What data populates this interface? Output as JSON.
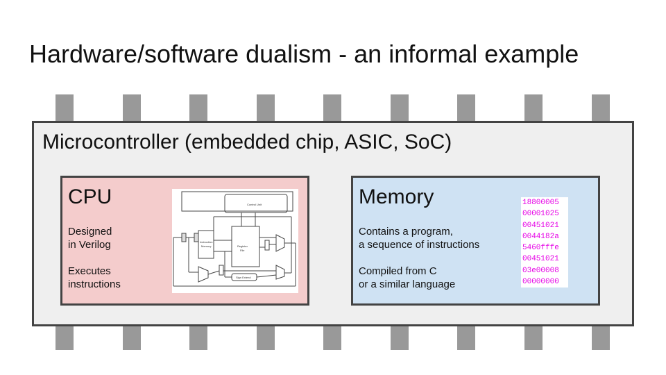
{
  "slide": {
    "title": "Hardware/software dualism - an informal example"
  },
  "chip": {
    "label": "Microcontroller (embedded chip, ASIC, SoC)",
    "fill": "#efefef",
    "border": "#434343",
    "pin_color": "#999999"
  },
  "cpu": {
    "title": "CPU",
    "line1": "Designed",
    "line2": "in Verilog",
    "line3": "Executes",
    "line4": "instructions",
    "fill": "#f4cccc",
    "figure": {
      "memory_block": "Instruction Memory",
      "register_block": "Register File",
      "control_block": "Control Unit",
      "extend_block": "Sign Extend"
    }
  },
  "memory": {
    "title": "Memory",
    "line1": "Contains a program,",
    "line2": "a sequence of instructions",
    "line3": "Compiled from C",
    "line4": "or a similar language",
    "fill": "#cfe2f3",
    "hex_color": "#e600e6",
    "program": [
      "18800005",
      "00001025",
      "00451021",
      "0044182a",
      "5460fffe",
      "00451021",
      "03e00008",
      "00000000"
    ]
  }
}
